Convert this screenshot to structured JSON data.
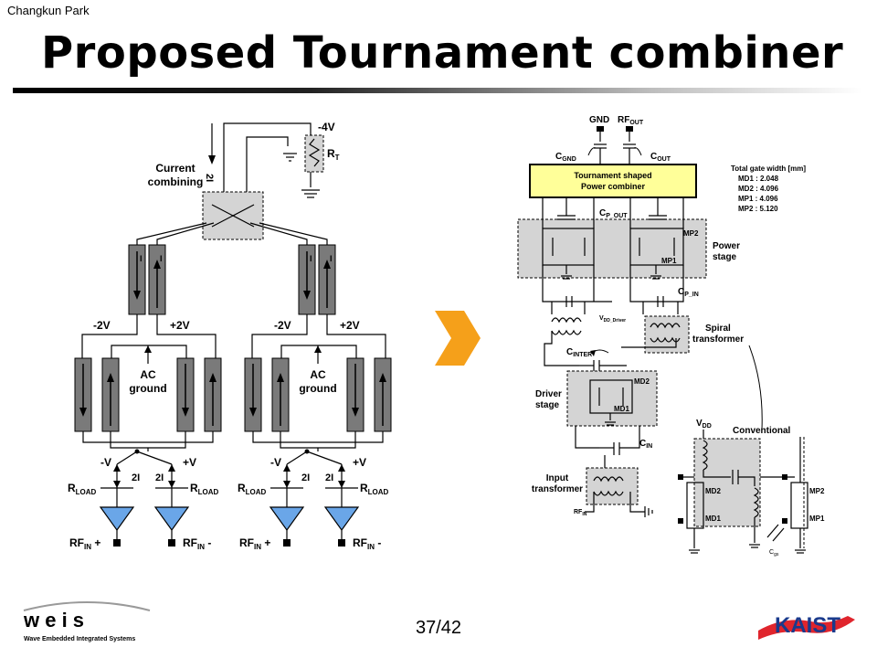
{
  "header": {
    "author": "Changkun Park",
    "title": "Proposed Tournament combiner"
  },
  "footer": {
    "page": "37/42",
    "logo_weis": "w e i s",
    "logo_weis_sub": "Wave Embedded Integrated Systems",
    "logo_kaist": "KAIST"
  },
  "left_diagram": {
    "current_combining": [
      "Current",
      "combining"
    ],
    "current_2i": "2I",
    "supply_v": "-4V",
    "rt": "R",
    "rt_sub": "T",
    "i_label": "I",
    "minus2v": "-2V",
    "plus2v": "+2V",
    "ac_ground": [
      "AC",
      "ground"
    ],
    "minus_v": "-V",
    "plus_v": "+V",
    "two_i": "2I",
    "rload": "R",
    "rload_sub": "LOAD",
    "rfin": "RF",
    "rfin_sub": "IN",
    "rfin_pos": " +",
    "rfin_neg": " -"
  },
  "arrow": {
    "color": "#f5a01a"
  },
  "right_diagram": {
    "gnd": "GND",
    "rf_out": "RF",
    "rf_out_sub": "OUT",
    "c_gnd": "C",
    "c_gnd_sub": "GND",
    "c_out": "C",
    "c_out_sub": "OUT",
    "combiner": [
      "Tournament shaped",
      "Power combiner"
    ],
    "gate_width_title": "Total gate width [mm]",
    "gate_widths": [
      "MD1 : 2.048",
      "MD2 : 4.096",
      "MP1 : 4.096",
      "MP2 : 5.120"
    ],
    "c_p_out": "C",
    "c_p_out_sub": "P_OUT",
    "mp2": "MP2",
    "mp1": "MP1",
    "power_stage": [
      "Power",
      "stage"
    ],
    "c_p_in": "C",
    "c_p_in_sub": "P_IN",
    "vdd_driver": "V",
    "vdd_driver_sub": "DD_Driver",
    "spiral_transformer": [
      "Spiral",
      "transformer"
    ],
    "c_inter": "C",
    "c_inter_sub": "INTER",
    "md2": "MD2",
    "md1": "MD1",
    "driver_stage": [
      "Driver",
      "stage"
    ],
    "c_in": "C",
    "c_in_sub": "IN",
    "input_transformer": [
      "Input",
      "transformer"
    ],
    "rf_in": "RF",
    "rf_in_sub": "IN",
    "vdd": "V",
    "vdd_sub": "DD",
    "conventional": "Conventional",
    "md2_b": "MD2",
    "md1_b": "MD1",
    "mp2_b": "MP2",
    "mp1_b": "MP1",
    "c_gs": "C",
    "c_gs_sub": "gs"
  },
  "colors": {
    "fill_gray": "#d4d4d4",
    "bar_gray": "#7a7a7a",
    "triangle_blue": "#6aa6e8",
    "combiner_yellow": "#ffff99"
  }
}
